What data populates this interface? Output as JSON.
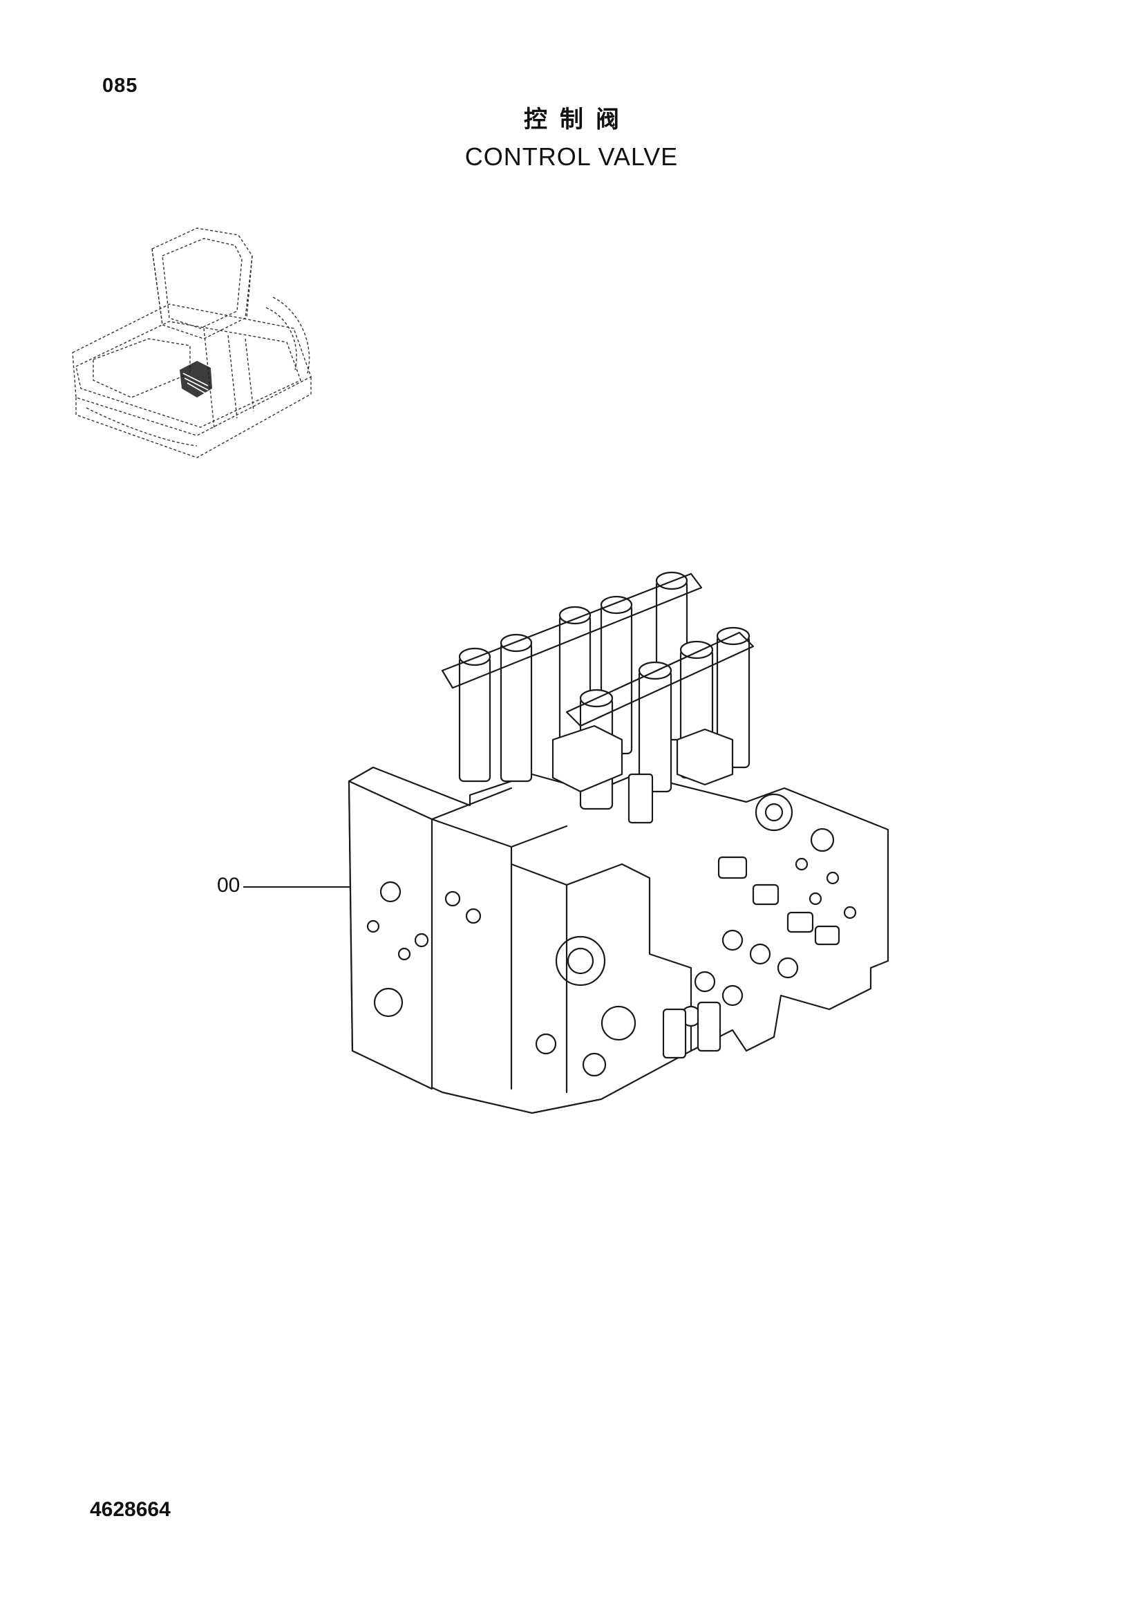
{
  "page": {
    "number": "085",
    "title_cn": "控制阀",
    "title_en": "CONTROL VALVE",
    "drawing_number": "4628664"
  },
  "callouts": [
    {
      "label": "00"
    }
  ]
}
